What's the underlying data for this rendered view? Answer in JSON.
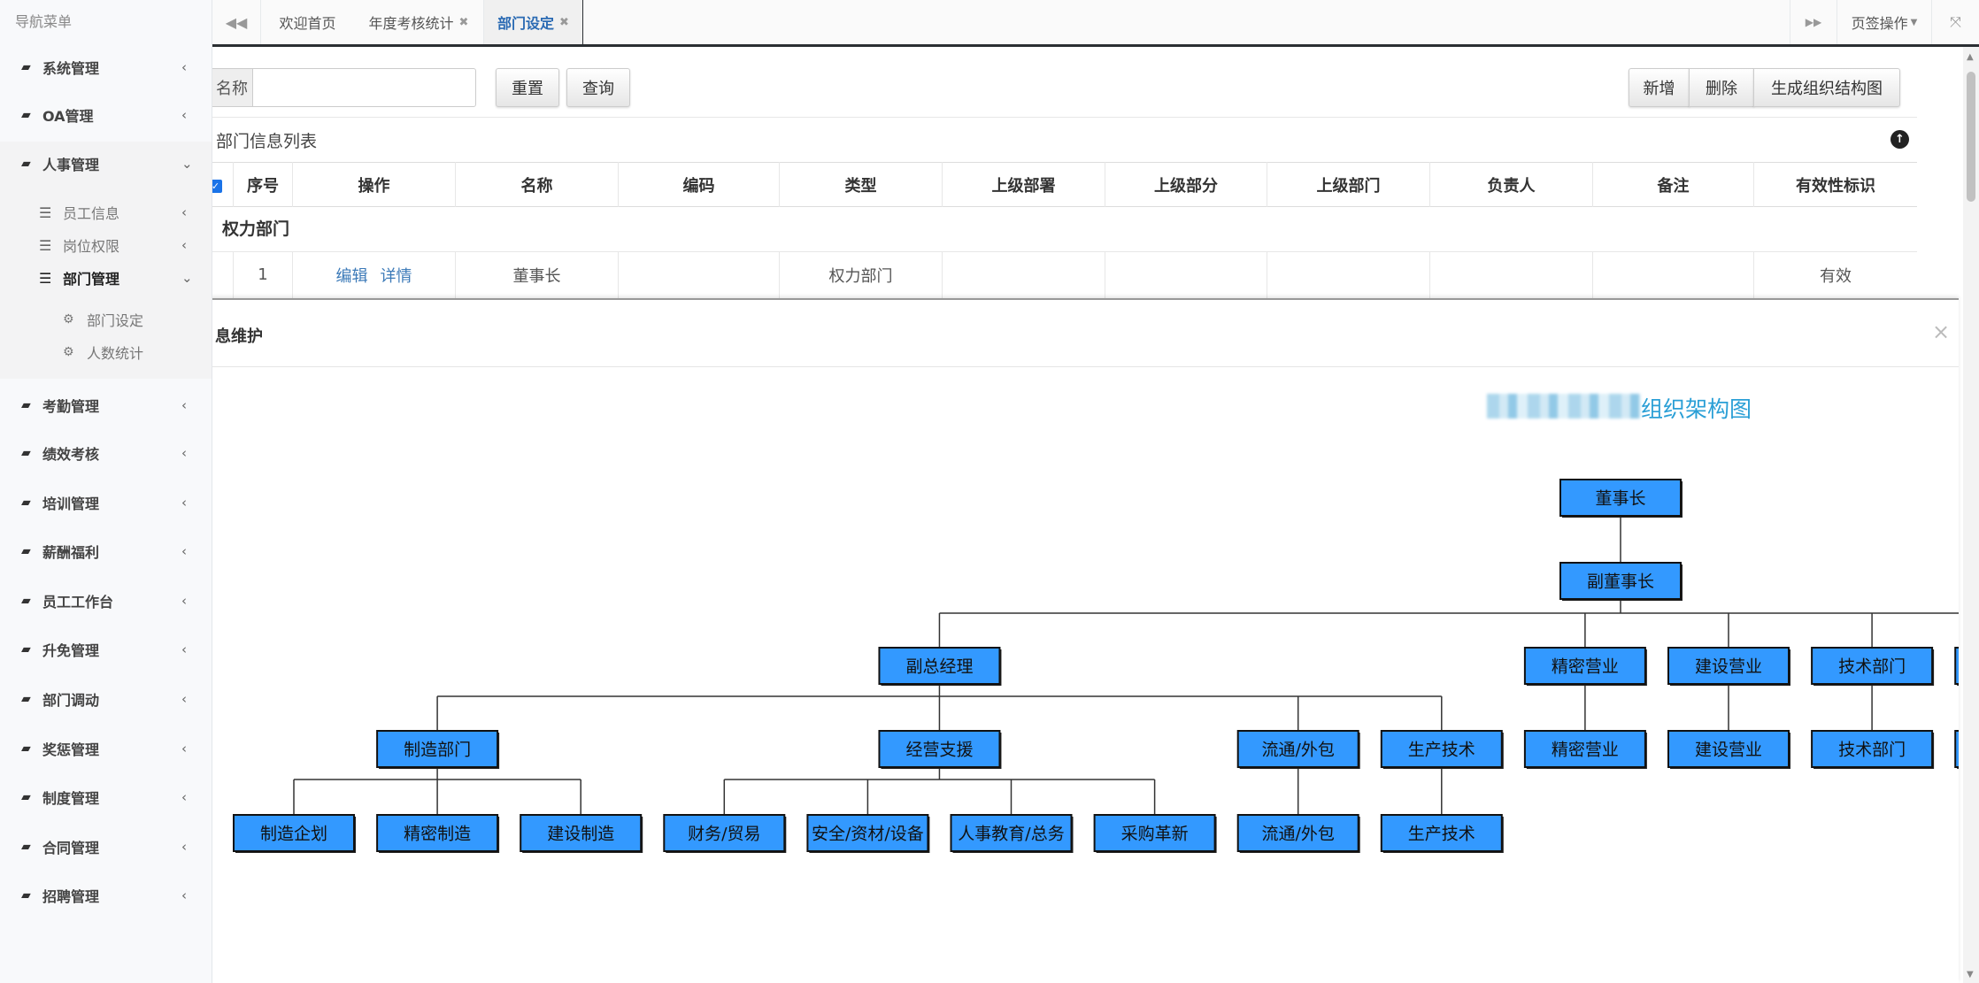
{
  "sidebar": {
    "title": "导航菜单",
    "items": [
      {
        "label": "系统管理",
        "icon": "book-icon"
      },
      {
        "label": "OA管理",
        "icon": "book-icon"
      },
      {
        "label": "人事管理",
        "icon": "book-icon",
        "expanded": true,
        "children": [
          {
            "label": "员工信息",
            "icon": "bars-icon"
          },
          {
            "label": "岗位权限",
            "icon": "bars-icon"
          },
          {
            "label": "部门管理",
            "icon": "bars-icon",
            "expanded": true,
            "children": [
              {
                "label": "部门设定",
                "icon": "cogs-icon"
              },
              {
                "label": "人数统计",
                "icon": "cogs-icon"
              }
            ]
          }
        ]
      },
      {
        "label": "考勤管理"
      },
      {
        "label": "绩效考核"
      },
      {
        "label": "培训管理"
      },
      {
        "label": "薪酬福利"
      },
      {
        "label": "员工工作台"
      },
      {
        "label": "升免管理"
      },
      {
        "label": "部门调动"
      },
      {
        "label": "奖惩管理"
      },
      {
        "label": "制度管理"
      },
      {
        "label": "合同管理"
      },
      {
        "label": "招聘管理"
      }
    ]
  },
  "tabs": {
    "items": [
      {
        "label": "欢迎首页",
        "closable": false
      },
      {
        "label": "年度考核统计",
        "closable": true
      },
      {
        "label": "部门设定",
        "closable": true,
        "active": true
      }
    ],
    "close_glyph": "✖",
    "tab_ops_label": "页签操作"
  },
  "search": {
    "label": "名称",
    "value": "",
    "reset_label": "重置",
    "query_label": "查询"
  },
  "toolbar": {
    "add_label": "新增",
    "delete_label": "删除",
    "generate_label": "生成组织结构图"
  },
  "panel": {
    "title": "部门信息列表"
  },
  "table": {
    "columns": [
      "序号",
      "操作",
      "名称",
      "编码",
      "类型",
      "上级部署",
      "上级部分",
      "上级部门",
      "负责人",
      "备注",
      "有效性标识"
    ],
    "group_label": "权力部门",
    "rows": [
      {
        "index": "1",
        "actions": [
          "编辑",
          "详情"
        ],
        "name": "董事长",
        "code": "",
        "type": "权力部门",
        "sup1": "",
        "sup2": "",
        "sup3": "",
        "owner": "",
        "remark": "",
        "valid": "有效"
      }
    ]
  },
  "modal": {
    "title": "息维护",
    "close_glyph": "×"
  },
  "org_chart": {
    "title": "组织架构图",
    "box_color": "#3399ff",
    "title_color": "#2a9fd6",
    "root": {
      "label": "董事长",
      "children": [
        {
          "label": "副董事长",
          "children": [
            {
              "label": "副总经理",
              "children": [
                {
                  "label": "制造部门",
                  "children": [
                    {
                      "label": "制造企划"
                    },
                    {
                      "label": "精密制造"
                    },
                    {
                      "label": "建设制造"
                    }
                  ]
                },
                {
                  "label": "经营支援",
                  "children": [
                    {
                      "label": "财务/贸易"
                    },
                    {
                      "label": "安全/资材/设备"
                    },
                    {
                      "label": "人事教育/总务"
                    },
                    {
                      "label": "采购革新"
                    }
                  ]
                },
                {
                  "label": "流通/外包",
                  "children": [
                    {
                      "label": "流通/外包"
                    }
                  ]
                },
                {
                  "label": "生产技术",
                  "children": [
                    {
                      "label": "生产技术"
                    }
                  ]
                }
              ]
            },
            {
              "label": "精密营业",
              "children": [
                {
                  "label": "精密营业"
                }
              ]
            },
            {
              "label": "建设营业",
              "children": [
                {
                  "label": "建设营业"
                }
              ]
            },
            {
              "label": "技术部门",
              "children": [
                {
                  "label": "技术部门"
                }
              ]
            },
            {
              "label": "",
              "children": [
                {
                  "label": ""
                }
              ]
            }
          ]
        }
      ]
    }
  }
}
